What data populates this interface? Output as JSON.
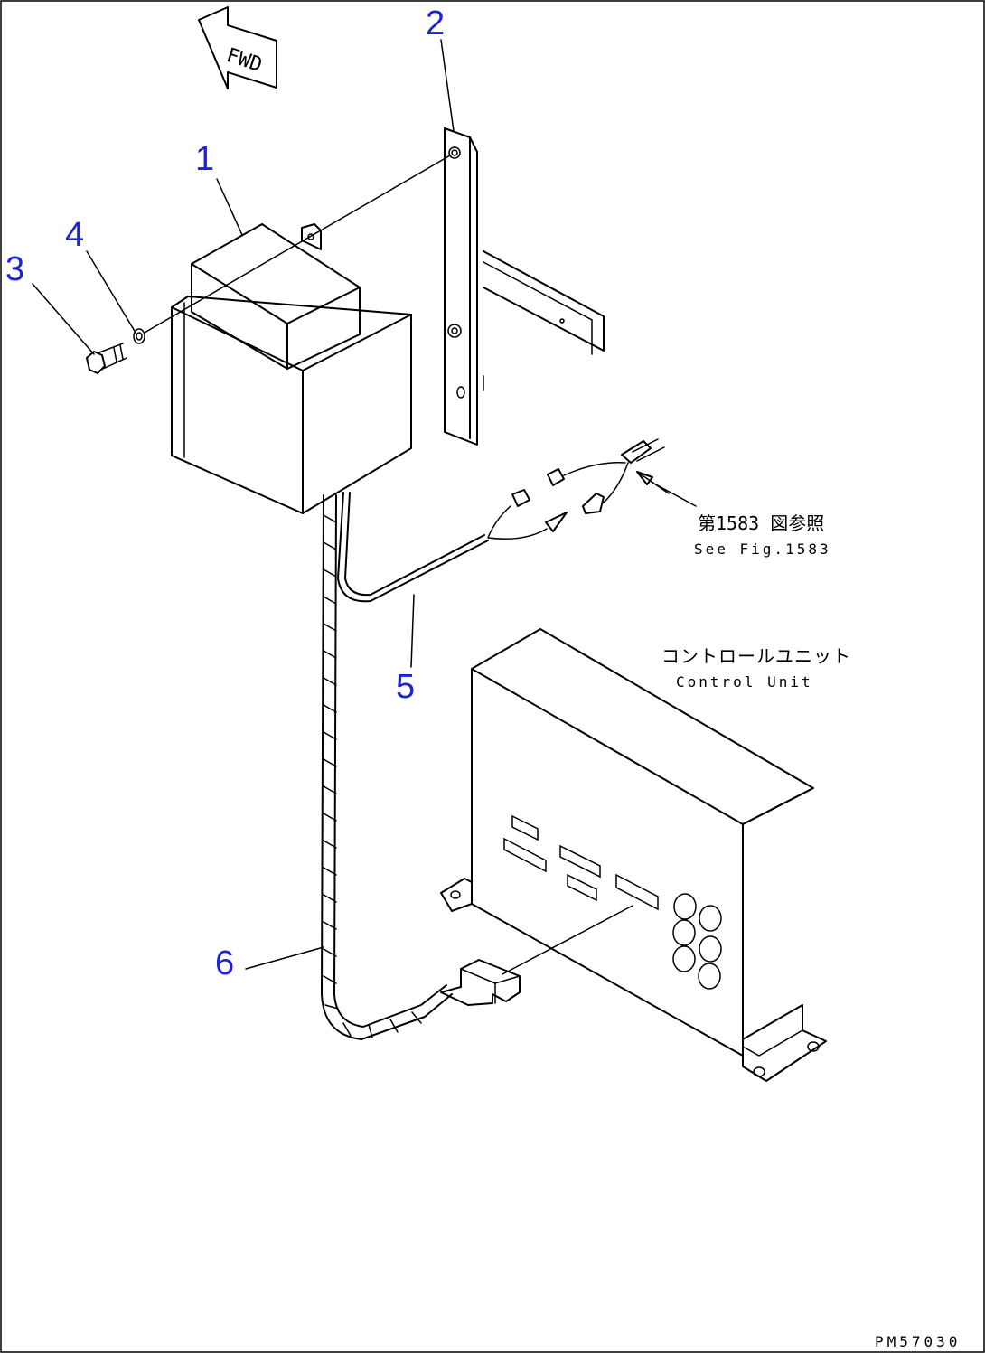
{
  "callouts": {
    "c1": "1",
    "c2": "2",
    "c3": "3",
    "c4": "4",
    "c5": "5",
    "c6": "6"
  },
  "direction_label": "FWD",
  "reference": {
    "jp": "第1583 図参照",
    "en": "See Fig.1583"
  },
  "control_unit": {
    "jp": "コントロールユニット",
    "en": "Control Unit"
  },
  "drawing_code": "PM57030",
  "colors": {
    "callout": "#1f23d6",
    "line": "#000000",
    "background": "#ffffff"
  }
}
